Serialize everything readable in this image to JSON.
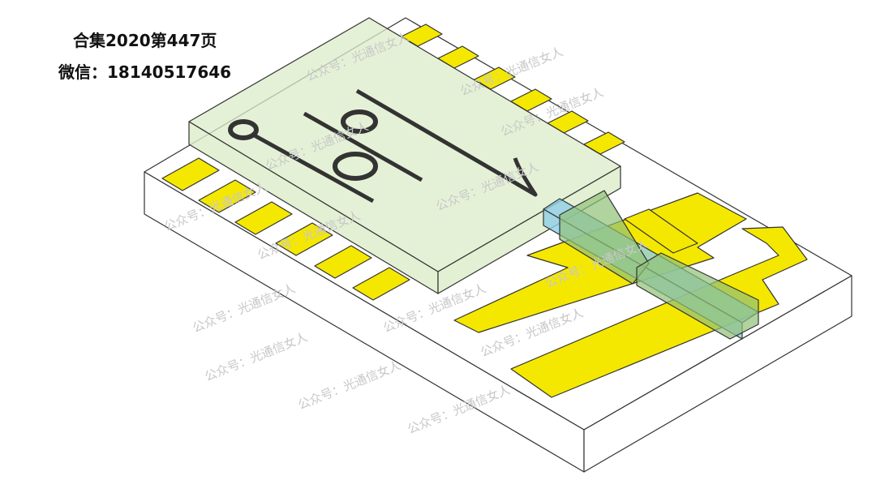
{
  "header": {
    "collection": "合集2020第447页",
    "wechat": "微信：18140517646"
  },
  "watermark": "公众号：光通信女人",
  "colors": {
    "pad": "#f5e800",
    "glass": "#dcecc8",
    "waveguide": "#8fd0e8",
    "outline": "#333333"
  }
}
